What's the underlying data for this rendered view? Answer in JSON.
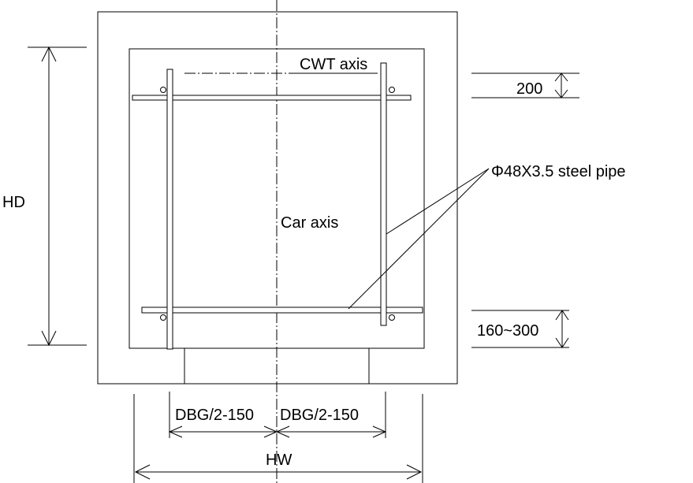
{
  "labels": {
    "cwt_axis": "CWT axis",
    "car_axis": "Car axis",
    "dim_top": "200",
    "dim_bottom": "160~300",
    "pipe_callout": "Φ48X3.5 steel pipe",
    "hd": "HD",
    "hw": "HW",
    "dbg_left": "DBG/2-150",
    "dbg_right": "DBG/2-150"
  }
}
